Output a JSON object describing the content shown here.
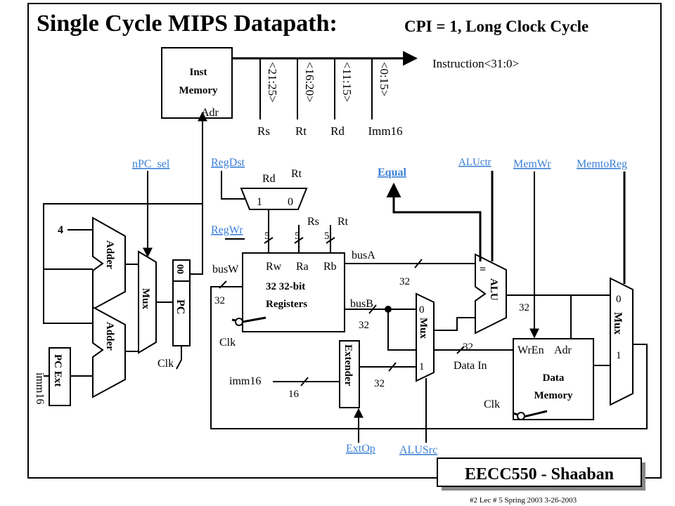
{
  "title": {
    "main": "Single Cycle MIPS Datapath:",
    "sub": "CPI = 1,  Long Clock Cycle"
  },
  "inst_memory": {
    "label_line1": "Inst",
    "label_line2": "Memory",
    "adr": "Adr",
    "instruction": "Instruction<31:0>"
  },
  "fields": {
    "bits": [
      "<21:25>",
      "<16:20>",
      "<11:15>",
      "<0:15>"
    ],
    "names": [
      "Rs",
      "Rt",
      "Rd",
      "Imm16"
    ]
  },
  "control_signals": {
    "npc_sel": "nPC_sel",
    "regdst": "RegDst",
    "regwr": "RegWr",
    "equal": "Equal",
    "aluctr": "ALUctr",
    "memwr": "MemWr",
    "memtoreg": "MemtoReg",
    "extop": "ExtOp",
    "alusrc": "ALUSrc"
  },
  "regdst_mux": {
    "in_rd": "Rd",
    "in_rt": "Rt",
    "sel1": "1",
    "sel0": "0"
  },
  "register_file": {
    "rs": "Rs",
    "rt": "Rt",
    "w5a": "5",
    "w5b": "5",
    "w5c": "5",
    "rw": "Rw",
    "ra": "Ra",
    "rb": "Rb",
    "name_line1": "32 32-bit",
    "name_line2": "Registers",
    "busw": "busW",
    "busw_width": "32",
    "clk": "Clk",
    "busa": "busA",
    "busa_width": "32",
    "busb": "busB",
    "busb_width": "32"
  },
  "pc_logic": {
    "const4": "4",
    "adder1": "Adder",
    "adder2": "Adder",
    "mux": "Mux",
    "pc": "PC",
    "pc_bits": "00",
    "clk": "Clk",
    "pcext": "PC Ext",
    "imm16": "imm16"
  },
  "extender": {
    "label": "Extender",
    "imm16": "imm16",
    "in_width": "16",
    "out_width": "32"
  },
  "alusrc_mux": {
    "label": "Mux",
    "sel0": "0",
    "sel1": "1"
  },
  "alu": {
    "label": "ALU",
    "eq": "=",
    "out_width": "32"
  },
  "data_memory": {
    "wren": "WrEn",
    "adr": "Adr",
    "name_line1": "Data",
    "name_line2": "Memory",
    "datain": "Data In",
    "datain_width": "32",
    "clk": "Clk"
  },
  "wb_mux": {
    "label": "Mux",
    "sel0": "0",
    "sel1": "1"
  },
  "footer": {
    "badge": "EECC550 - Shaaban",
    "note": "#2   Lec # 5   Spring 2003   3-26-2003"
  }
}
